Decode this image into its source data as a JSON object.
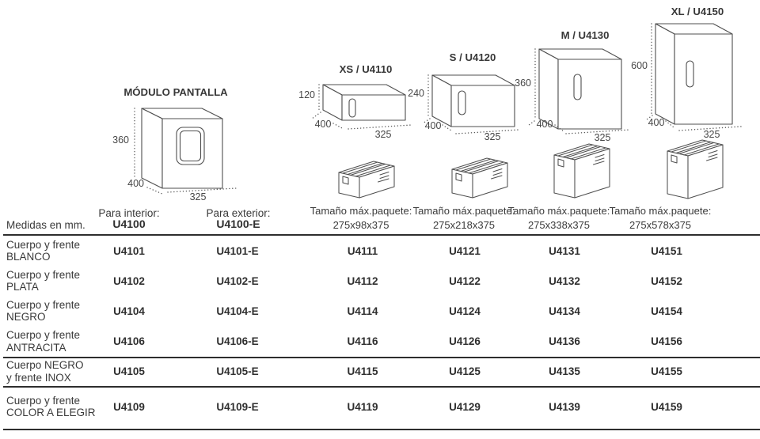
{
  "units_note": "Medidas en mm.",
  "package_size_label": "Tamaño máx.paquete:",
  "modules": [
    {
      "title": "MÓDULO PANTALLA",
      "height": "360",
      "depth": "400",
      "width": "325"
    },
    {
      "title": "XS / U4110",
      "height": "120",
      "depth": "400",
      "width": "325",
      "package": "275x98x375"
    },
    {
      "title": "S / U4120",
      "height": "240",
      "depth": "400",
      "width": "325",
      "package": "275x218x375"
    },
    {
      "title": "M / U4130",
      "height": "360",
      "depth": "400",
      "width": "325",
      "package": "275x338x375"
    },
    {
      "title": "XL / U4150",
      "height": "600",
      "depth": "400",
      "width": "325",
      "package": "275x578x375"
    }
  ],
  "table": {
    "interior_label": "Para interior:",
    "interior_code": "U4100",
    "exterior_label": "Para exterior:",
    "exterior_code": "U4100-E",
    "rows": [
      {
        "label1": "Cuerpo y frente",
        "label2": "BLANCO",
        "codes": [
          "U4101",
          "U4101-E",
          "U4111",
          "U4121",
          "U4131",
          "U4151"
        ]
      },
      {
        "label1": "Cuerpo y frente",
        "label2": "PLATA",
        "codes": [
          "U4102",
          "U4102-E",
          "U4112",
          "U4122",
          "U4132",
          "U4152"
        ]
      },
      {
        "label1": "Cuerpo y frente",
        "label2": "NEGRO",
        "codes": [
          "U4104",
          "U4104-E",
          "U4114",
          "U4124",
          "U4134",
          "U4154"
        ]
      },
      {
        "label1": "Cuerpo y frente",
        "label2": "ANTRACITA",
        "codes": [
          "U4106",
          "U4106-E",
          "U4116",
          "U4126",
          "U4136",
          "U4156"
        ]
      },
      {
        "label1": "Cuerpo NEGRO",
        "label2": "y frente INOX",
        "codes": [
          "U4105",
          "U4105-E",
          "U4115",
          "U4125",
          "U4135",
          "U4155"
        ]
      },
      {
        "label1": "Cuerpo y frente",
        "label2": "COLOR A ELEGIR",
        "codes": [
          "U4109",
          "U4109-E",
          "U4119",
          "U4129",
          "U4139",
          "U4159"
        ]
      }
    ]
  }
}
